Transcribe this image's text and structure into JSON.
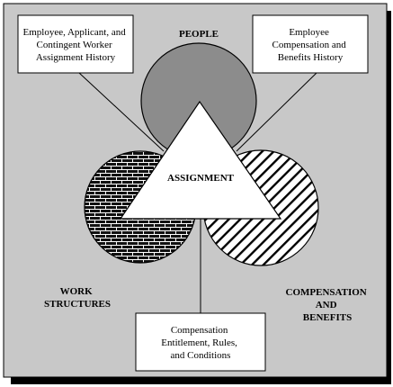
{
  "diagram": {
    "colors": {
      "background": "#c8c8c8",
      "people_circle": "#8c8c8c",
      "outline": "#000000",
      "box_fill": "#ffffff"
    },
    "circles": {
      "people": {
        "label": "PEOPLE"
      },
      "work_structures": {
        "label_lines": [
          "WORK",
          "STRUCTURES"
        ]
      },
      "compensation_benefits": {
        "label_lines": [
          "COMPENSATION",
          "AND",
          "BENEFITS"
        ]
      }
    },
    "center": {
      "label": "ASSIGNMENT"
    },
    "boxes": {
      "assignment_history": {
        "lines": [
          "Employee, Applicant, and",
          "Contingent Worker",
          "Assignment History"
        ]
      },
      "compensation_history": {
        "lines": [
          "Employee",
          "Compensation and",
          "Benefits History"
        ]
      },
      "entitlement": {
        "lines": [
          "Compensation",
          "Entitlement, Rules,",
          "and Conditions"
        ]
      }
    }
  }
}
